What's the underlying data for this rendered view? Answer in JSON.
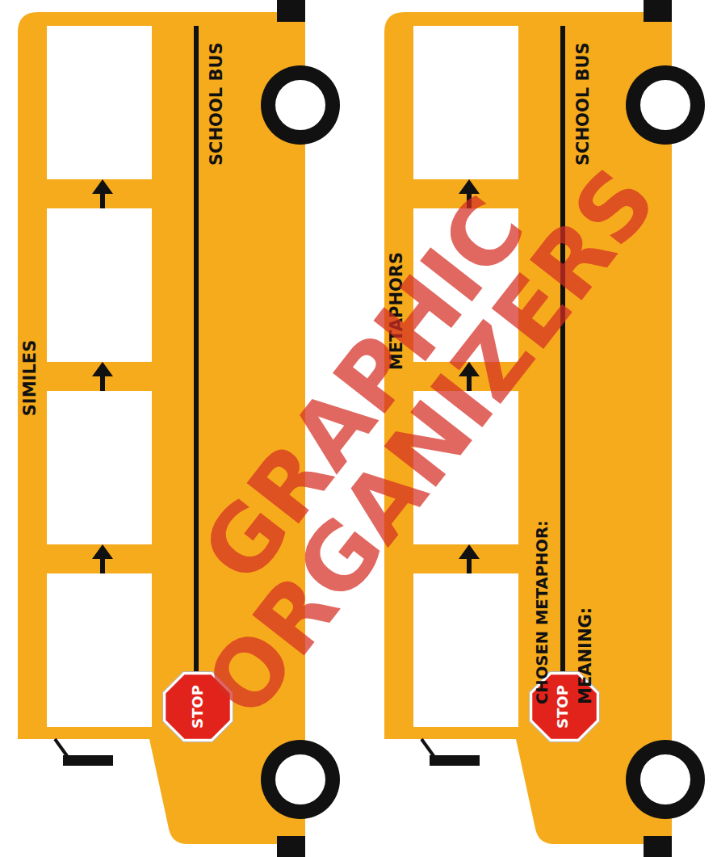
{
  "diagram": {
    "nodes": [
      {
        "text": [
          "SIMILES",
          "SCHOOL BUS"
        ]
      },
      {
        "text": [
          "STOP"
        ],
        "in": 0
      },
      {
        "text": [
          "METAPHORS",
          "SCHOOL BUS",
          "CHOSEN METAPHOR:",
          "MEANING:"
        ]
      },
      {
        "text": [
          "STOP"
        ],
        "in": 2
      }
    ],
    "labels": [
      "GRAPHIC ORGANIZERS"
    ]
  }
}
